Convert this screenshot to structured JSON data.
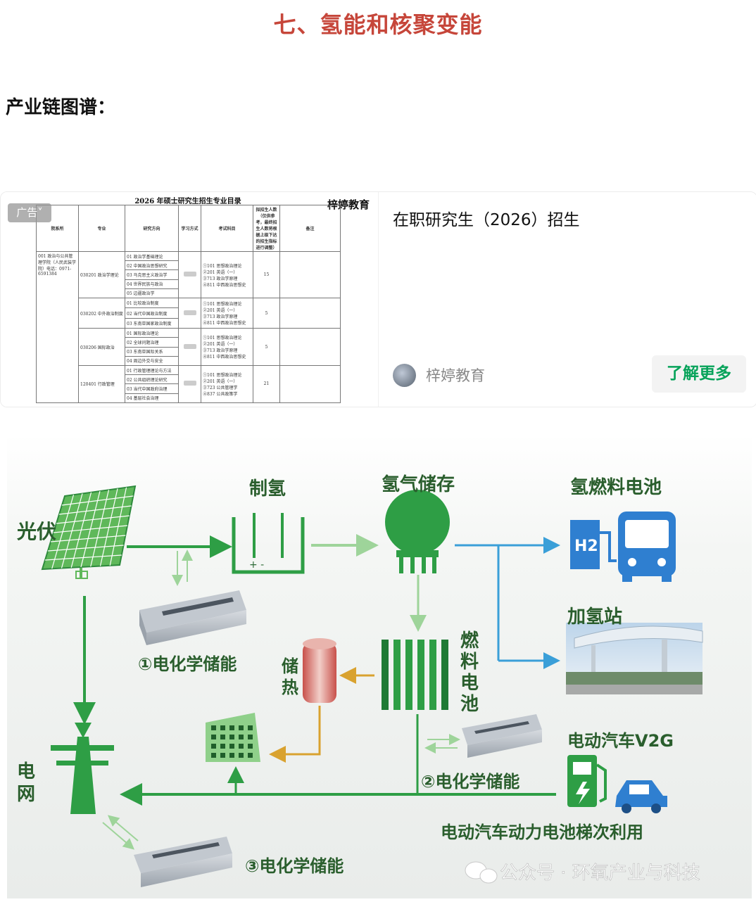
{
  "article": {
    "section_title": "七、氢能和核聚变能",
    "subtitle": "产业链图谱："
  },
  "ad": {
    "tag": "广告",
    "thumb_brand": "梓婷教育",
    "table_title": "2026 年硕士研究生招生专业目录",
    "headers": [
      "院系所",
      "专业",
      "研究方向",
      "学习方式",
      "考试科目",
      "拟招生人数（仅供参考，最终招生人数将根据上级下达的招生指标进行调整）",
      "备注"
    ],
    "dept": "001 政治与公共管理学院（人民武装学院）电话：0971-6591384",
    "programs": [
      {
        "major": "030201 政治学理论",
        "directions": [
          "01 政治学基础理论",
          "02 中国政治思想研究",
          "03 马克思主义政治学",
          "04 世界民族与政治",
          "05 边疆政治学"
        ],
        "exams": [
          "①101 思想政治理论",
          "②201 英语（一）",
          "③713 政治学原理",
          "④811 中西政治思想史"
        ],
        "count": "15"
      },
      {
        "major": "030202 中外政治制度",
        "directions": [
          "01 比较政治制度",
          "02 当代中国政治制度",
          "03 东南亚国家政治制度"
        ],
        "exams": [
          "①101 思想政治理论",
          "②201 英语（一）",
          "③713 政治学原理",
          "④811 中西政治思想史"
        ],
        "count": "5"
      },
      {
        "major": "030206 国际政治",
        "directions": [
          "01 国际政治理论",
          "02 全球问题治理",
          "03 东南亚国际关系",
          "04 周边外交与安全"
        ],
        "exams": [
          "①101 思想政治理论",
          "②201 英语（一）",
          "③713 政治学原理",
          "④811 中西政治思想史"
        ],
        "count": "5"
      },
      {
        "major": "120401 行政管理",
        "directions": [
          "01 行政管理理论与方法",
          "02 公共组织理论研究",
          "03 当代中国政府治理",
          "04 基层社会治理"
        ],
        "exams": [
          "①101 思想政治理论",
          "②201 英语（一）",
          "③723 公共管理学",
          "④837 公共政策学"
        ],
        "count": "21"
      }
    ],
    "headline": "在职研究生（2026）招生",
    "author": "梓婷教育",
    "button_label": "了解更多"
  },
  "diagram": {
    "labels": {
      "pv": "光伏",
      "electrolysis": "制氢",
      "storage": "氢气储存",
      "fuel_cell_vehicle": "氢燃料电池",
      "h2_sign": "H2",
      "station": "加氢站",
      "fuel_cell": "燃料电池",
      "heat_storage": "储热",
      "ev_v2g": "电动汽车V2G",
      "grid": "电网",
      "ess1": "①电化学储能",
      "ess2": "②电化学储能",
      "ess3": "③电化学储能",
      "battery_reuse": "电动汽车动力电池梯次利用",
      "plus_minus": "+ -"
    },
    "colors": {
      "green": "#2e9e45",
      "light_green": "#9ed49a",
      "blue": "#3a9fd8",
      "gold": "#d9a22f",
      "dark_green": "#1f7a35"
    },
    "watermark": "公众号 · 环氧产业与科技"
  }
}
